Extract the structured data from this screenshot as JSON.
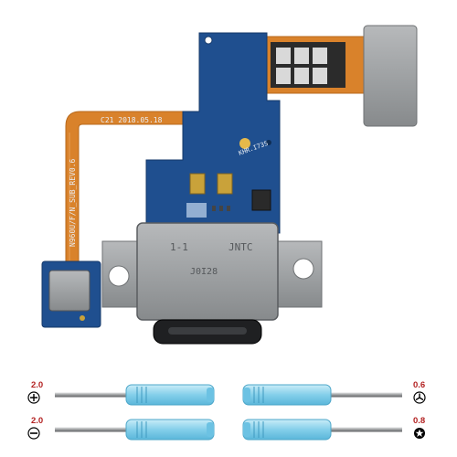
{
  "pcb": {
    "date_marking": "C21 2018.05.18",
    "model_marking": "N960U/F/N_SUB_REV0.6",
    "code_marking": "KHR.I73S",
    "port_marking_left": "1-1",
    "port_marking_right": "JNTC",
    "port_marking_center": "J0I28"
  },
  "screwdrivers": [
    {
      "size": "2.0",
      "tip": "phillips",
      "icon": "phillips-icon"
    },
    {
      "size": "0.6",
      "tip": "tri-wing",
      "icon": "tri-wing-icon"
    },
    {
      "size": "2.0",
      "tip": "flathead",
      "icon": "flathead-icon"
    },
    {
      "size": "0.8",
      "tip": "pentalobe",
      "icon": "pentalobe-icon"
    }
  ],
  "colors": {
    "pcb_blue": "#1f4f8f",
    "flex_orange": "#d9822b",
    "steel": "#9c9fa1",
    "handle_cyan": "#8fd3ec",
    "label_red": "#b32121"
  }
}
